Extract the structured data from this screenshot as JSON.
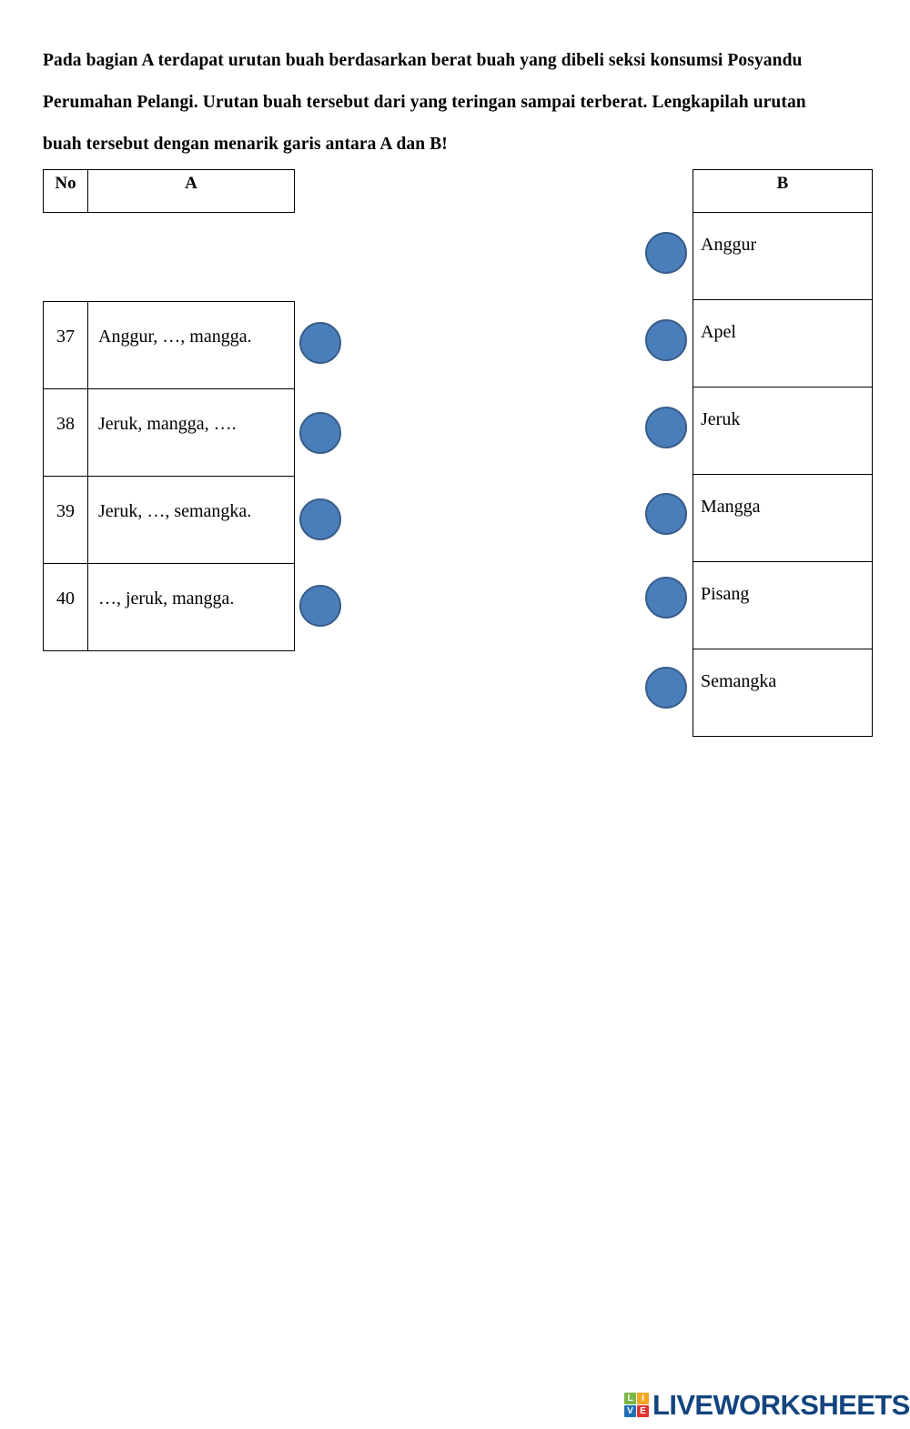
{
  "instructions": {
    "text": "Pada bagian A terdapat urutan buah berdasarkan berat buah yang dibeli seksi konsumsi Posyandu Perumahan Pelangi. Urutan buah tersebut dari yang teringan sampai terberat. Lengkapilah urutan buah tersebut dengan menarik garis antara A dan B!"
  },
  "table_a": {
    "headers": {
      "no": "No",
      "a": "A"
    },
    "rows": [
      {
        "no": "37",
        "text": "Anggur, …, mangga."
      },
      {
        "no": "38",
        "text": "Jeruk, mangga, …."
      },
      {
        "no": "39",
        "text": "Jeruk, …, semangka."
      },
      {
        "no": "40",
        "text": "…, jeruk, mangga."
      }
    ]
  },
  "table_b": {
    "header": "B",
    "items": [
      {
        "label": "Anggur"
      },
      {
        "label": "Apel"
      },
      {
        "label": "Jeruk"
      },
      {
        "label": "Mangga"
      },
      {
        "label": "Pisang"
      },
      {
        "label": "Semangka"
      }
    ]
  },
  "colors": {
    "dot_fill": "#4a7ebb",
    "dot_border": "#385d8a",
    "logo_text": "#13447e",
    "logo_tile_l": "#7ab648",
    "logo_tile_i": "#f5a623",
    "logo_tile_v": "#1f6fb5",
    "logo_tile_e": "#e0322e"
  },
  "footer": {
    "logo_tiles": [
      "L",
      "I",
      "V",
      "E"
    ],
    "wordmark": "LIVEWORKSHEETS"
  }
}
